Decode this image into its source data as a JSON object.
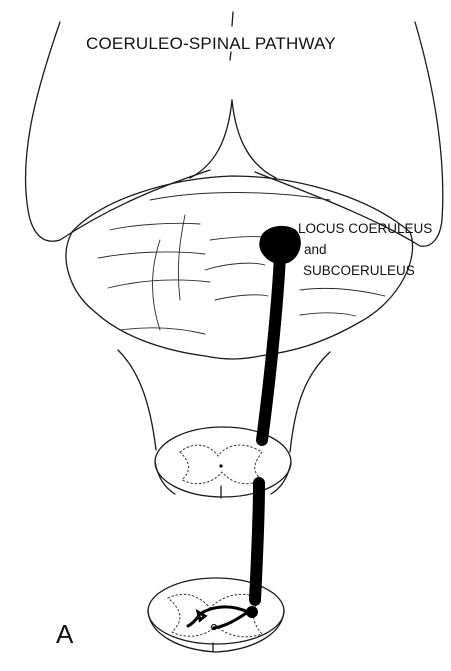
{
  "figure": {
    "title": "COERULEO-SPINAL PATHWAY",
    "nucleus_label": {
      "line1": "LOCUS COERULEUS",
      "line2": "and",
      "line3": "SUBCOERULEUS"
    },
    "panel_letter": "A",
    "ink_color": "#000000",
    "background_color": "#ffffff"
  }
}
